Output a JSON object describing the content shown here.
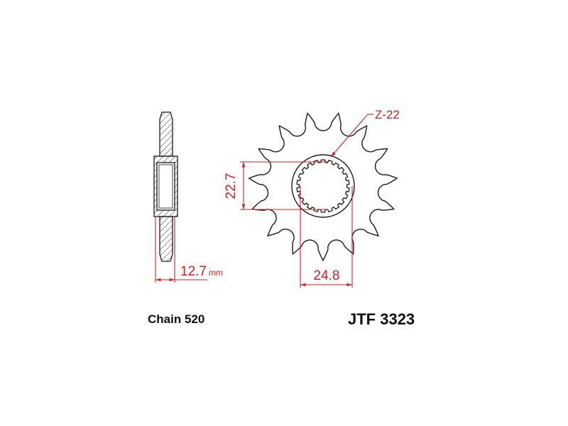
{
  "dimensions": {
    "spline_height": "22.7",
    "spline_width": "24.8",
    "thickness": "12.7",
    "thickness_unit": "mm",
    "teeth": "Z-22"
  },
  "labels": {
    "chain": "Chain 520",
    "part_number": "JTF 3323"
  },
  "colors": {
    "dimension": "#d81e1e",
    "outline": "#1a1a1a"
  },
  "sprocket": {
    "visible_teeth": 15,
    "spline_count": 22
  }
}
